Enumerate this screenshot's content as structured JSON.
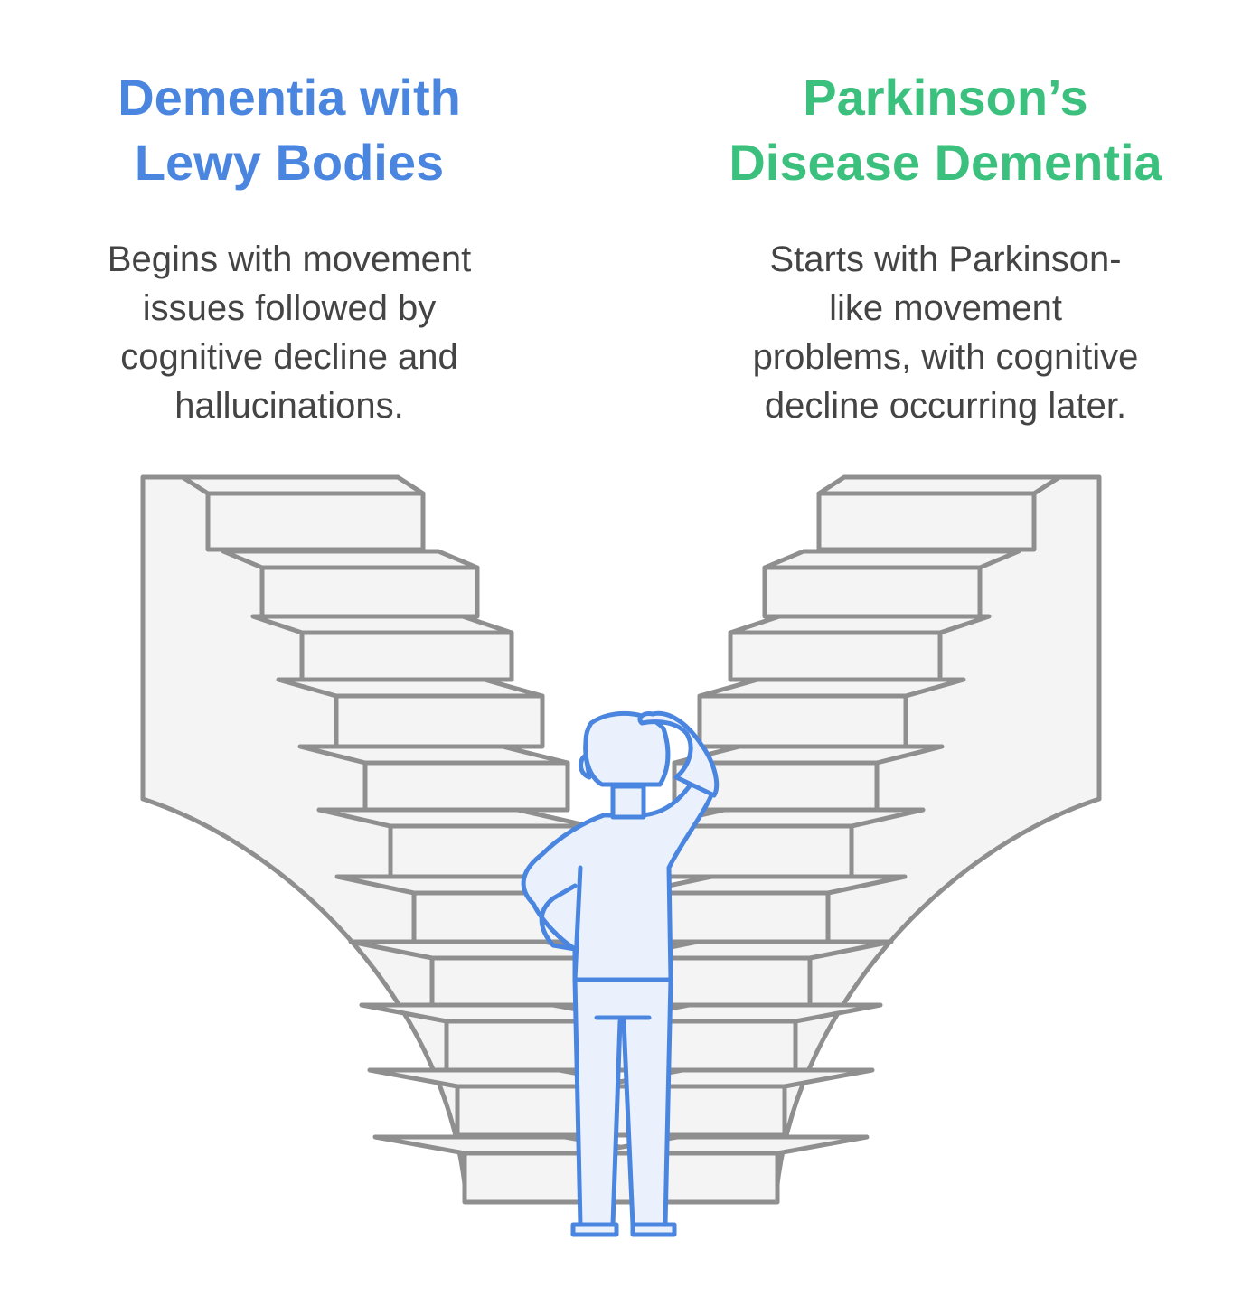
{
  "left": {
    "title_lines": [
      "Dementia with",
      "Lewy Bodies"
    ],
    "desc_lines": [
      "Begins with movement",
      "issues followed by",
      "cognitive decline and",
      "hallucinations."
    ],
    "color": "#4a86e0"
  },
  "right": {
    "title_lines": [
      "Parkinson’s",
      "Disease Dementia"
    ],
    "desc_lines": [
      "Starts with Parkinson-",
      "like movement",
      "problems, with cognitive",
      "decline occurring later."
    ],
    "color": "#3cc07e"
  },
  "illustration": {
    "stair_fill": "#f4f4f4",
    "stair_stroke": "#8f8f8f",
    "person_fill": "#eaf1fd",
    "person_stroke": "#4a86e0",
    "icons": [
      "staircase-left-icon",
      "staircase-right-icon",
      "confused-person-icon"
    ]
  }
}
